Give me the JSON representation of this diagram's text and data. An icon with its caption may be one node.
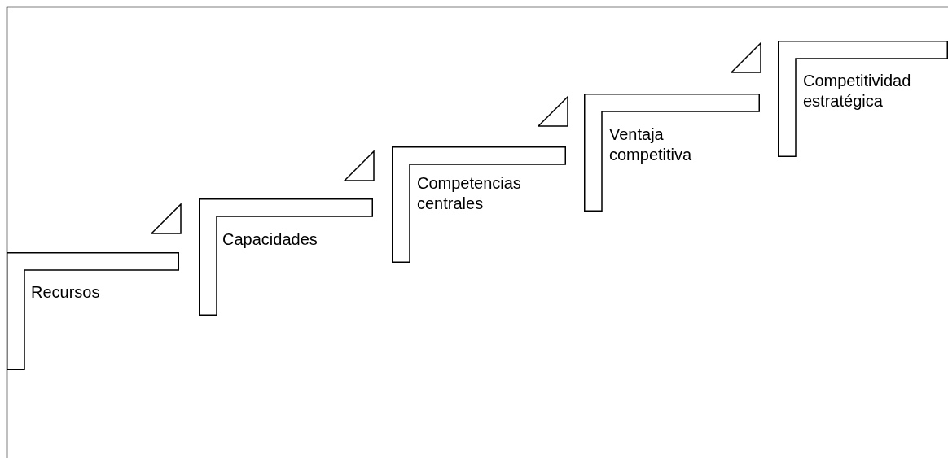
{
  "diagram": {
    "nodes": [
      {
        "text": [
          "Recursos"
        ]
      },
      {
        "text": [
          "Capacidades"
        ]
      },
      {
        "text": [
          "Competencias centrales"
        ]
      },
      {
        "text": [
          "Ventaja competitiva"
        ]
      },
      {
        "text": [
          "Competitividad estratégica"
        ]
      }
    ]
  }
}
